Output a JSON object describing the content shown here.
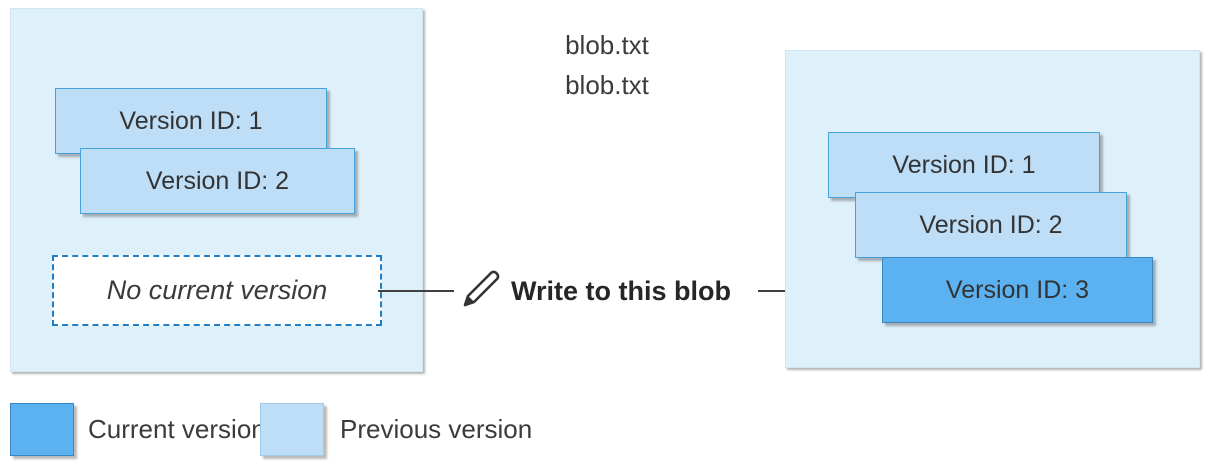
{
  "diagram": {
    "left_blob": {
      "title": "blob.txt",
      "versions": [
        {
          "label": "Version ID: 1",
          "state": "previous"
        },
        {
          "label": "Version ID: 2",
          "state": "previous"
        }
      ],
      "empty_slot_label": "No current version"
    },
    "action": {
      "icon": "pencil-icon",
      "label": "Write to this blob"
    },
    "right_blob": {
      "title": "blob.txt",
      "versions": [
        {
          "label": "Version ID: 1",
          "state": "previous"
        },
        {
          "label": "Version ID: 2",
          "state": "previous"
        },
        {
          "label": "Version ID: 3",
          "state": "current"
        }
      ]
    },
    "legend": {
      "items": [
        {
          "label": "Current version",
          "color": "#5cb2f0"
        },
        {
          "label": "Previous version",
          "color": "#bedef8"
        }
      ]
    },
    "colors": {
      "container_background": "#def0fa",
      "previous_version_fill": "#bedef8",
      "previous_version_border": "#46a2d9",
      "current_version_fill": "#5cb2f0",
      "current_version_border": "#3a86c4",
      "dashed_border": "#1e7ec8",
      "arrow": "#404040",
      "text": "#3b3b3b"
    }
  }
}
